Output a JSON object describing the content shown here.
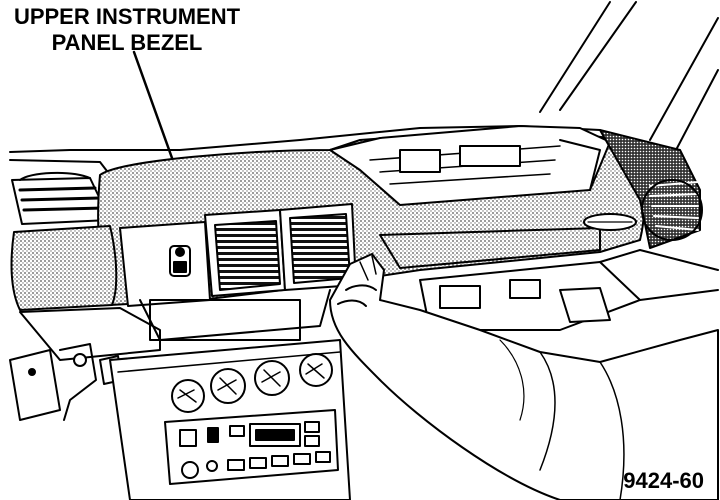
{
  "callout": {
    "line1": "UPPER INSTRUMENT",
    "line2": "PANEL BEZEL"
  },
  "figure_number": "9424-60",
  "colors": {
    "ink": "#000000",
    "paper": "#ffffff",
    "stipple": "#9a9a9a"
  }
}
